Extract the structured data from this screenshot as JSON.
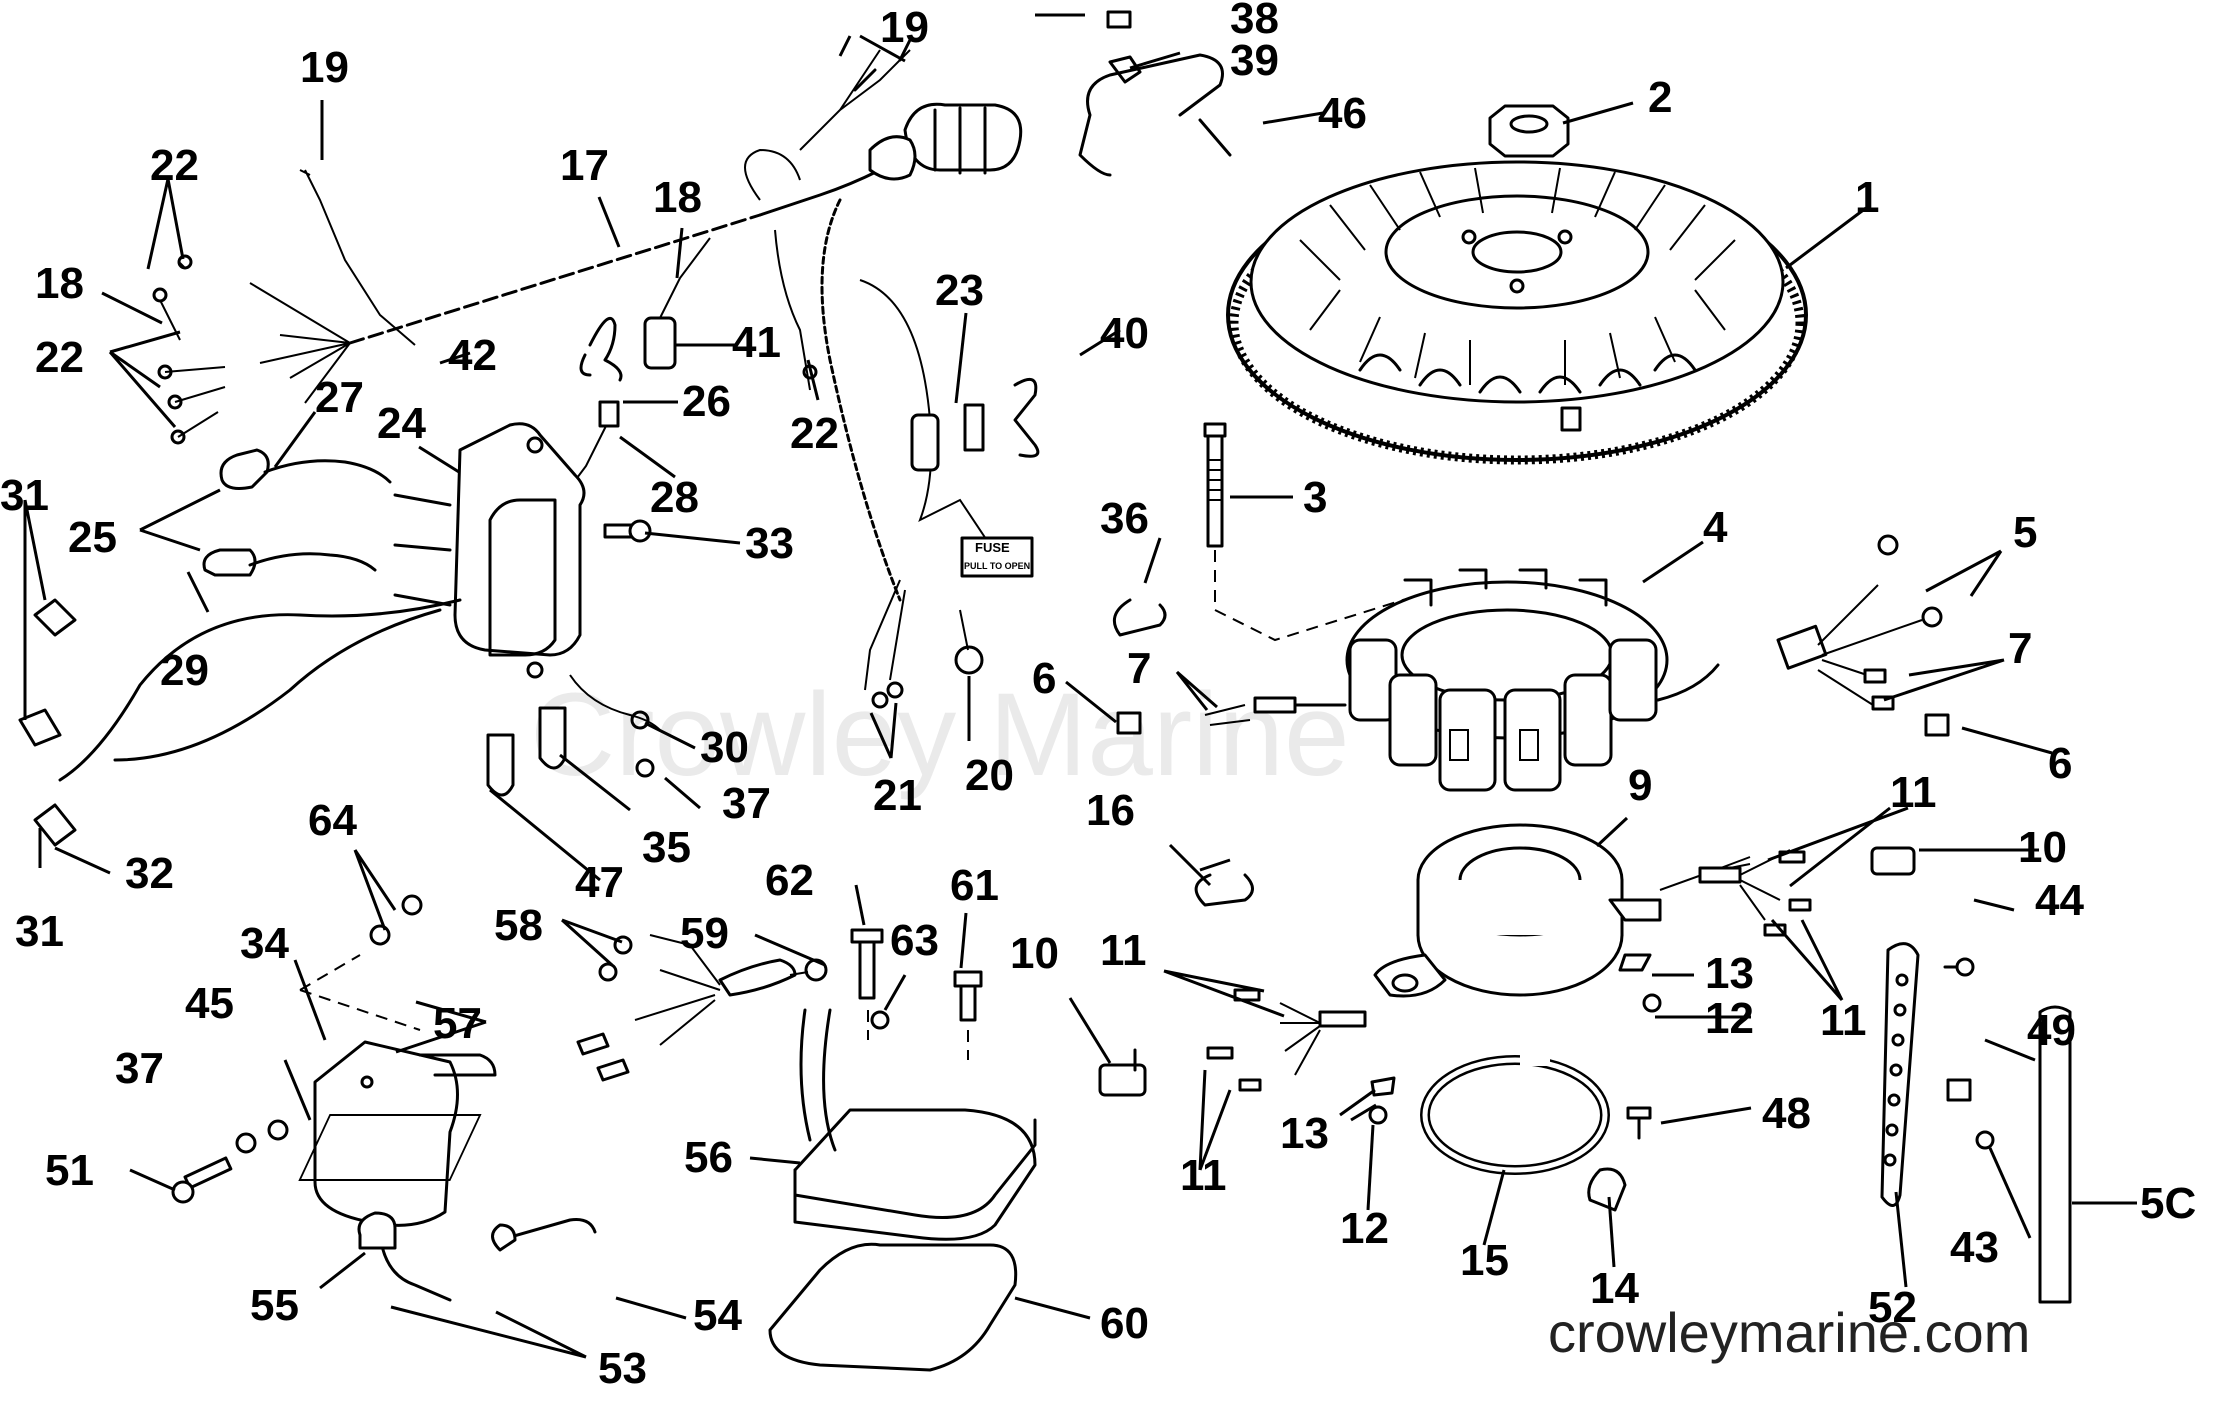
{
  "watermark": "Crowley Marine",
  "footer": {
    "site": "crowleymarine.com"
  },
  "fuse_label": {
    "line1": "FUSE",
    "line2": "PULL TO OPEN"
  },
  "callouts": [
    "1",
    "2",
    "3",
    "4",
    "5",
    "6",
    "6",
    "7",
    "7",
    "9",
    "10",
    "10",
    "11",
    "11",
    "11",
    "11",
    "12",
    "12",
    "13",
    "13",
    "14",
    "15",
    "16",
    "17",
    "18",
    "18",
    "19",
    "19",
    "20",
    "21",
    "22",
    "22",
    "22",
    "22",
    "23",
    "24",
    "25",
    "26",
    "27",
    "28",
    "29",
    "30",
    "31",
    "31",
    "31",
    "32",
    "33",
    "34",
    "35",
    "36",
    "37",
    "37",
    "38",
    "39",
    "40",
    "41",
    "42",
    "43",
    "44",
    "45",
    "46",
    "47",
    "48",
    "49",
    "5C",
    "51",
    "52",
    "53",
    "54",
    "55",
    "56",
    "57",
    "58",
    "59",
    "60",
    "61",
    "62",
    "63",
    "64"
  ]
}
